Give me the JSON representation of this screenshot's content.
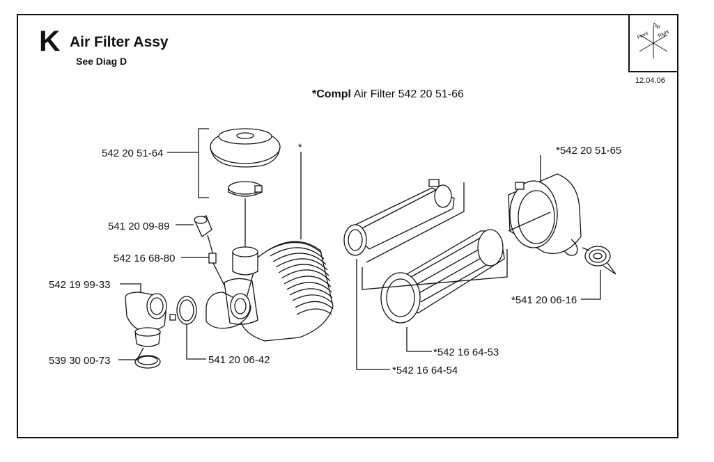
{
  "section": {
    "letter": "K",
    "title": "Air Filter Assy",
    "subtitle": "See Diag D"
  },
  "orientation": {
    "top": "Top",
    "front": "Front",
    "right": "Right"
  },
  "date": "12.04.06",
  "assembly": {
    "prefix": "*Compl",
    "label": " Air Filter 542 20 51-66"
  },
  "asterisk_mark": "*",
  "parts": [
    {
      "number": "542 20 51-64"
    },
    {
      "number": "541 20 09-89"
    },
    {
      "number": "542 16 68-80"
    },
    {
      "number": "542 19 99-33"
    },
    {
      "number": "539 30 00-73"
    },
    {
      "number": "541 20 06-42"
    },
    {
      "number": "*542 20 51-65"
    },
    {
      "number": "*541 20 06-16"
    },
    {
      "number": "*542 16 64-53"
    },
    {
      "number": "*542 16 64-54"
    }
  ]
}
